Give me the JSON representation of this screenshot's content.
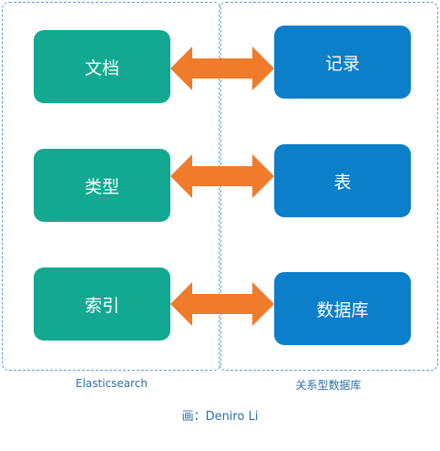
{
  "left_panel": {
    "label": "Elasticsearch",
    "items": [
      "文档",
      "类型",
      "索引"
    ]
  },
  "right_panel": {
    "label": "关系型数据库",
    "items": [
      "记录",
      "表",
      "数据库"
    ]
  },
  "credit": "画：Deniro Li",
  "colors": {
    "green": "#12a990",
    "blue": "#0b7fc9",
    "arrow": "#f07b2a",
    "dash": "#5a9fd4",
    "caption": "#2a6fa8"
  }
}
